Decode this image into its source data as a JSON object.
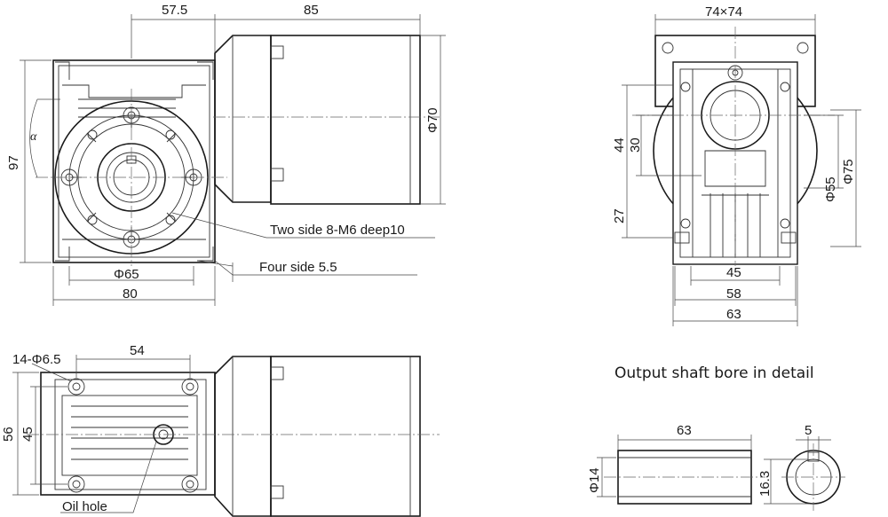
{
  "dimensions": {
    "front_motor_offset": "57.5",
    "front_motor_length": "85",
    "front_motor_dia": "Φ70",
    "front_height": "97",
    "front_bolt_circle": "Φ65",
    "front_width": "80",
    "angle_symbol": "α",
    "side_flange": "74×74",
    "side_h44": "44",
    "side_h30": "30",
    "side_h27": "27",
    "side_dia55": "Φ55",
    "side_dia75": "Φ75",
    "side_w45": "45",
    "side_w58": "58",
    "side_w63": "63",
    "bottom_holes": "14-Φ6.5",
    "bottom_w54": "54",
    "bottom_h56": "56",
    "bottom_h45": "45",
    "shaft_length": "63",
    "shaft_key": "5",
    "shaft_dia": "Φ14",
    "shaft_key_depth": "16.3"
  },
  "callouts": {
    "two_side": "Two side 8-M6 deep10",
    "four_side": "Four side 5.5",
    "oil_hole": "Oil hole"
  },
  "titles": {
    "detail": "Output shaft bore in detail"
  }
}
